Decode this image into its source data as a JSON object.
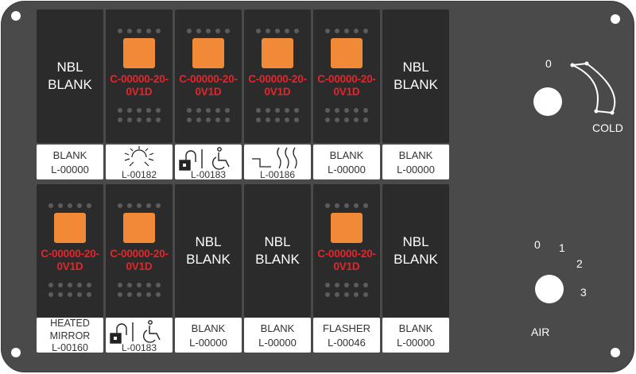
{
  "switches": [
    {
      "type": "blank",
      "line1": "NBL",
      "line2": "BLANK"
    },
    {
      "type": "lit",
      "code1": "C-00000-20-",
      "code2": "0V1D"
    },
    {
      "type": "lit",
      "code1": "C-00000-20-",
      "code2": "0V1D"
    },
    {
      "type": "lit",
      "code1": "C-00000-20-",
      "code2": "0V1D"
    },
    {
      "type": "lit",
      "code1": "C-00000-20-",
      "code2": "0V1D"
    },
    {
      "type": "blank",
      "line1": "NBL",
      "line2": "BLANK"
    },
    {
      "type": "lit",
      "code1": "C-00000-20-",
      "code2": "0V1D"
    },
    {
      "type": "lit",
      "code1": "C-00000-20-",
      "code2": "0V1D"
    },
    {
      "type": "blank",
      "line1": "NBL",
      "line2": "BLANK"
    },
    {
      "type": "blank",
      "line1": "NBL",
      "line2": "BLANK"
    },
    {
      "type": "lit",
      "code1": "C-00000-20-",
      "code2": "0V1D"
    },
    {
      "type": "blank",
      "line1": "NBL",
      "line2": "BLANK"
    }
  ],
  "labels": [
    {
      "line1": "BLANK",
      "line2": "L-00000"
    },
    {
      "icon": "sun-icon",
      "code": "L-00182"
    },
    {
      "icon": "lock-wheelchair-icon",
      "code": "L-00183"
    },
    {
      "icon": "heated-seat-icon",
      "code": "L-00186"
    },
    {
      "line1": "BLANK",
      "line2": "L-00000"
    },
    {
      "line1": "BLANK",
      "line2": "L-00000"
    },
    {
      "line1": "HEATED",
      "line2": "MIRROR",
      "line3": "L-00160"
    },
    {
      "icon": "lock-wheelchair-icon",
      "code": "L-00183"
    },
    {
      "line1": "BLANK",
      "line2": "L-00000"
    },
    {
      "line1": "BLANK",
      "line2": "L-00000"
    },
    {
      "line1": "FLASHER",
      "line2": "L-00046"
    },
    {
      "line1": "BLANK",
      "line2": "L-00000"
    }
  ],
  "temp_knob": {
    "zero_label": "0",
    "cold_label": "COLD"
  },
  "air_knob": {
    "positions": [
      "0",
      "1",
      "2",
      "3"
    ],
    "label": "AIR"
  }
}
